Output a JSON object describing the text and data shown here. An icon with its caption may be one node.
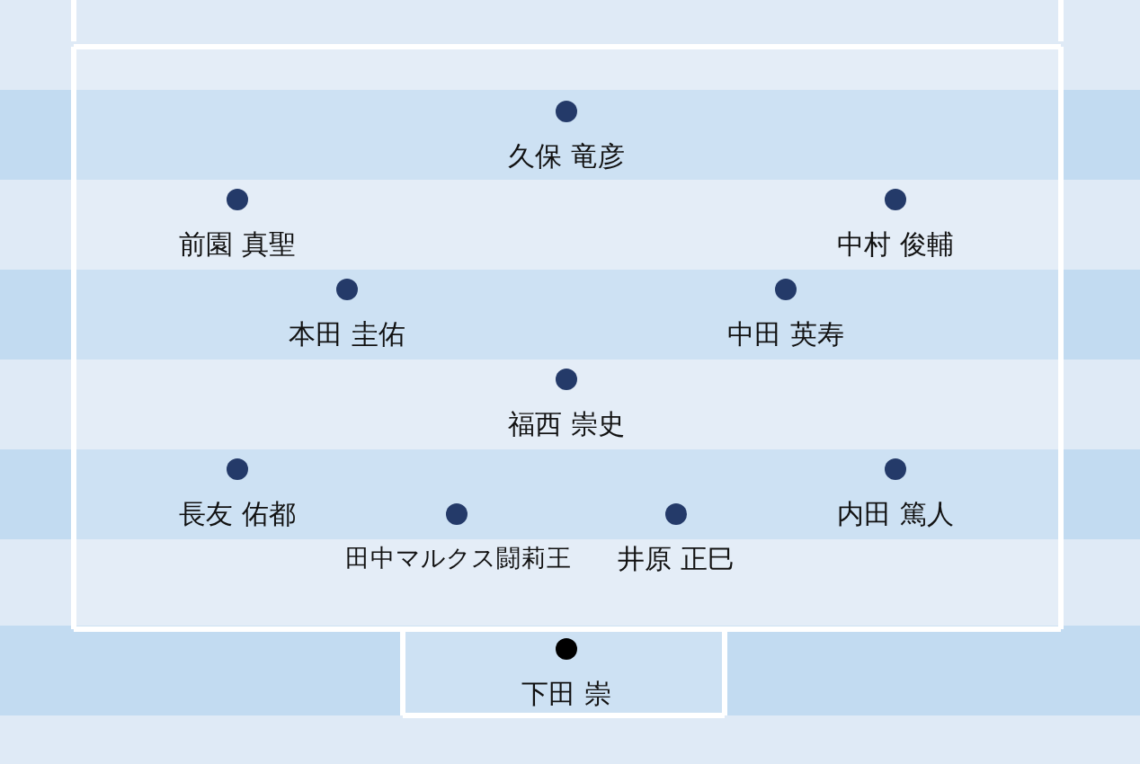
{
  "diagram": {
    "labels": [
      "久保 竜彦",
      "前園 真聖",
      "中村 俊輔",
      "本田 圭佑",
      "中田 英寿",
      "福西 崇史",
      "長友 佑都",
      "内田 篤人",
      "田中マルクス闘莉王",
      "井原 正巳",
      "下田 崇"
    ]
  }
}
